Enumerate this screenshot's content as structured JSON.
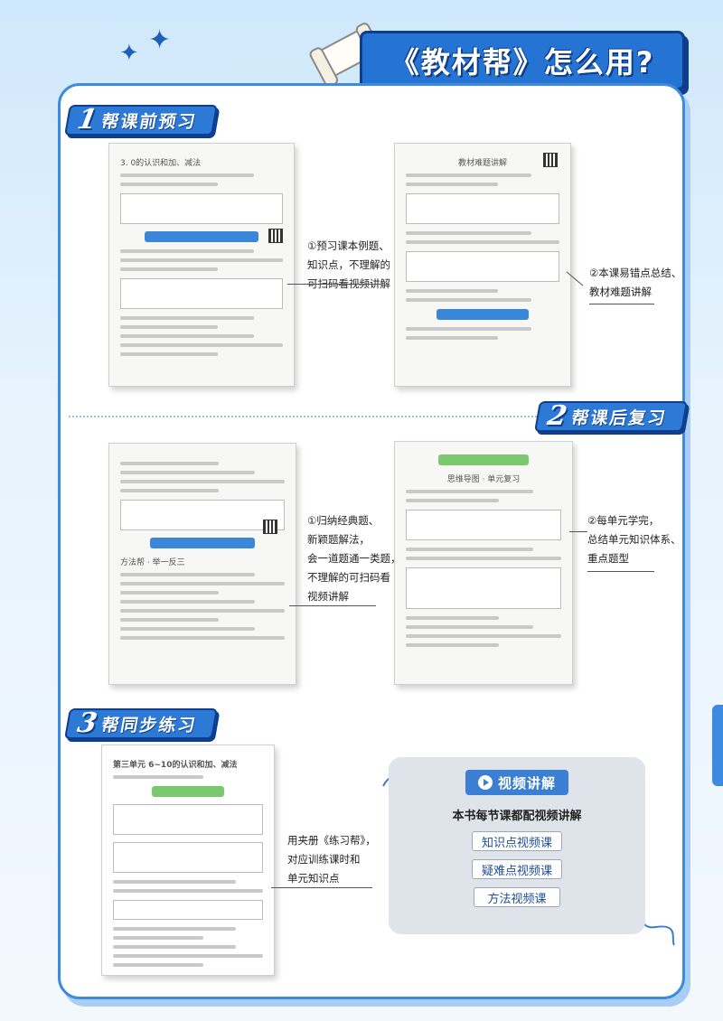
{
  "header": {
    "title": "《教材帮》怎么用?"
  },
  "sections": [
    {
      "num": "1",
      "label": "帮课前预习",
      "items": [
        {
          "thumb_caption": "3. 0的认识和加、减法",
          "callout": [
            "①预习课本例题、",
            "知识点，不理解的",
            "可扫码看视频讲解"
          ]
        },
        {
          "thumb_caption": "教材难题讲解",
          "callout": [
            "②本课易错点总结、",
            "教材难题讲解"
          ]
        }
      ]
    },
    {
      "num": "2",
      "label": "帮课后复习",
      "items": [
        {
          "thumb_caption": "方法帮 · 举一反三",
          "callout": [
            "①归纳经典题、",
            "新颖题解法，",
            "会一道题通一类题，",
            "不理解的可扫码看",
            "视频讲解"
          ]
        },
        {
          "thumb_caption": "思维导图 · 单元复习",
          "callout": [
            "②每单元学完，",
            "总结单元知识体系、",
            "重点题型"
          ]
        }
      ]
    },
    {
      "num": "3",
      "label": "帮同步练习",
      "items": [
        {
          "thumb_caption": "第三单元 6~10的认识和加、减法",
          "callout": [
            "用夹册《练习帮》，",
            "对应训练课时和",
            "单元知识点"
          ]
        }
      ]
    }
  ],
  "video": {
    "badge": "视频讲解",
    "desc": "本书每节课都配视频讲解",
    "buttons": [
      "知识点视频课",
      "疑难点视频课",
      "方法视频课"
    ]
  },
  "colors": {
    "accent": "#2c7ad6",
    "accent_dark": "#0f3f8c",
    "page_bg": "#cfe8fb"
  }
}
